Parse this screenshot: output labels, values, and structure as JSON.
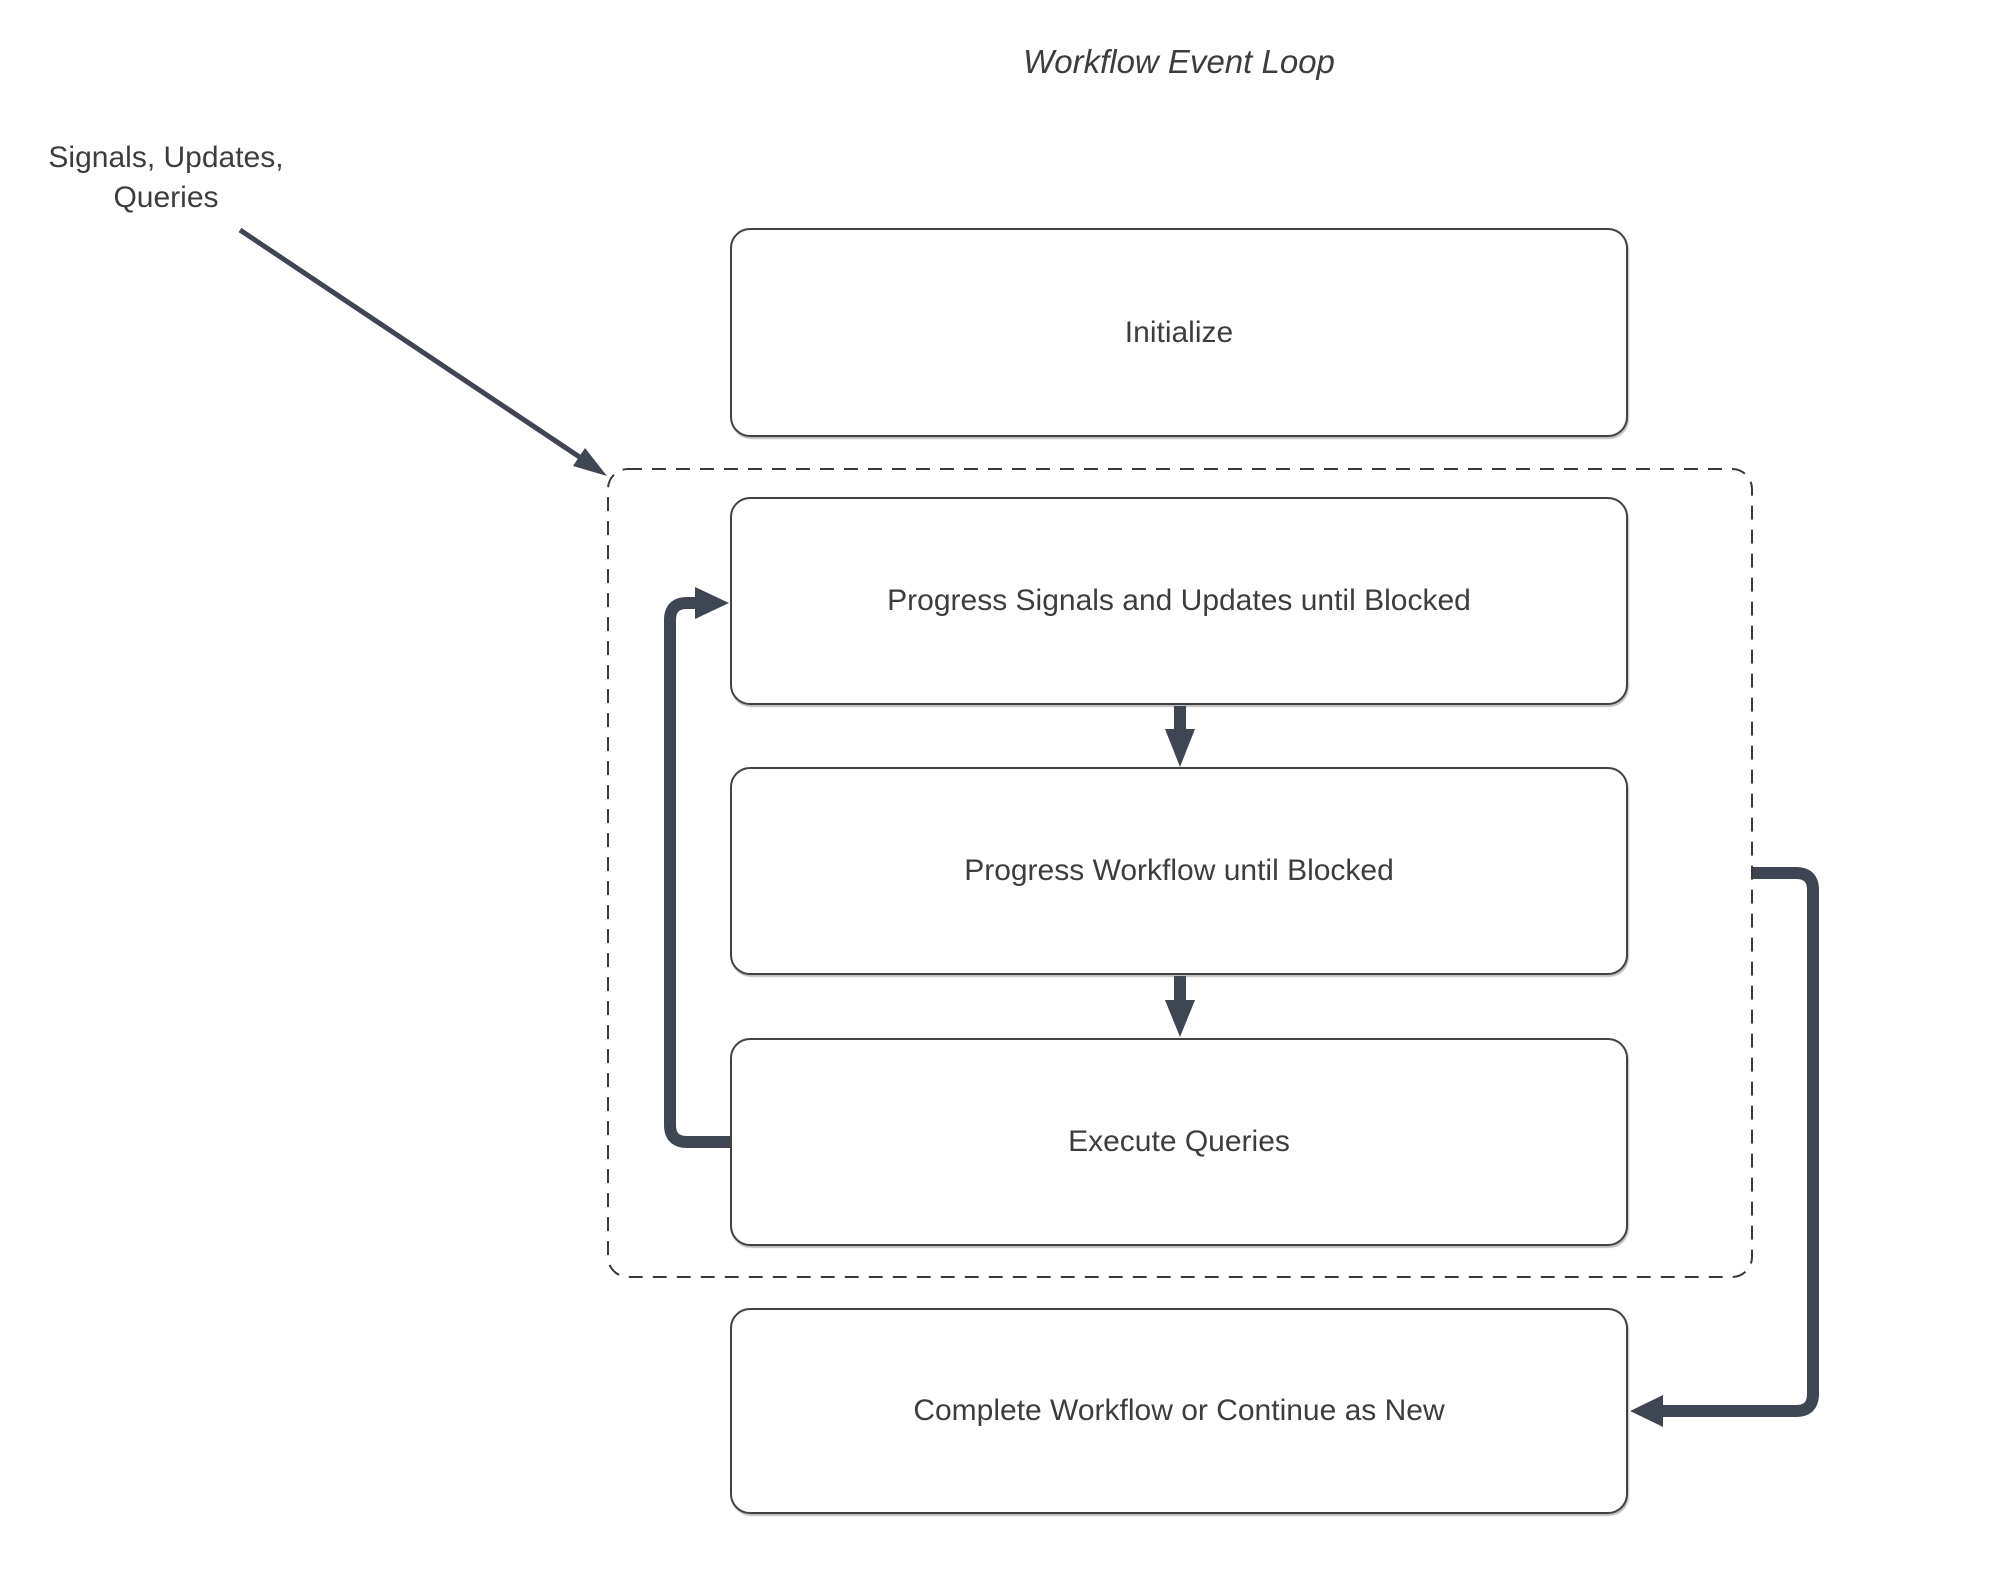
{
  "title": "Workflow Event Loop",
  "annotation": {
    "label": "Signals, Updates,\nQueries"
  },
  "nodes": [
    {
      "id": "initialize",
      "label": "Initialize"
    },
    {
      "id": "progress-signals",
      "label": "Progress Signals and Updates until Blocked"
    },
    {
      "id": "progress-workflow",
      "label": "Progress Workflow until Blocked"
    },
    {
      "id": "execute-queries",
      "label": "Execute Queries"
    },
    {
      "id": "complete-or-continue",
      "label": "Complete Workflow or Continue as New"
    }
  ],
  "group": {
    "id": "event-loop-body",
    "style": "dashed",
    "contains": [
      "progress-signals",
      "progress-workflow",
      "execute-queries"
    ]
  },
  "edges": [
    {
      "from": "annotation",
      "to": "event-loop-body",
      "style": "thin-diagonal-arrow"
    },
    {
      "from": "progress-signals",
      "to": "progress-workflow",
      "style": "thick-down-arrow"
    },
    {
      "from": "progress-workflow",
      "to": "execute-queries",
      "style": "thick-down-arrow"
    },
    {
      "from": "execute-queries",
      "to": "progress-signals",
      "style": "thick-left-loop-arrow"
    },
    {
      "from": "event-loop-body",
      "to": "complete-or-continue",
      "style": "thick-right-loop-arrow"
    }
  ],
  "colors": {
    "connector": "#3E4653",
    "box_border": "#424242",
    "group_border": "#3A3A3A",
    "text": "#3D3D3D",
    "background": "#FFFFFF"
  }
}
